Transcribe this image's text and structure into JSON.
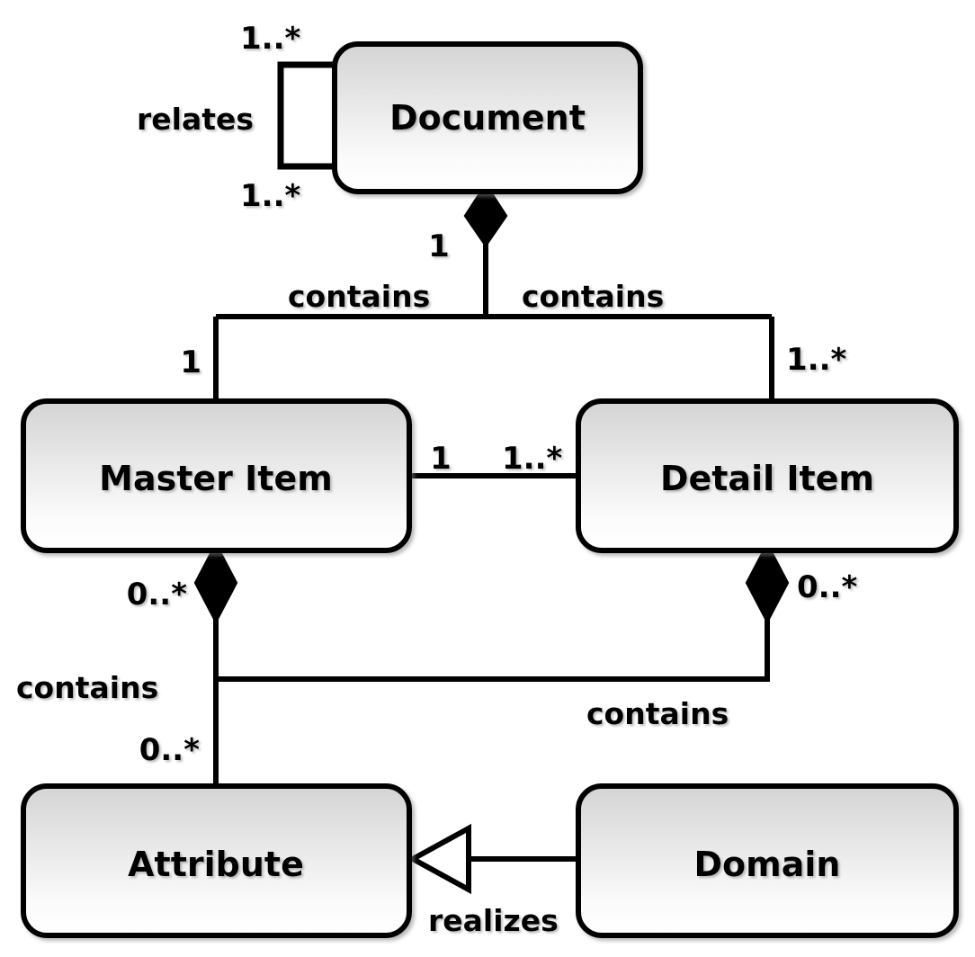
{
  "diagram": {
    "type": "uml-class-diagram",
    "title": "Document master-detail structure",
    "background_color": "#ffffff",
    "line_color": "#000000",
    "box_fill_top": "#d6d6d6",
    "box_fill_bottom": "#fcfcfc",
    "classes": [
      {
        "id": "document",
        "name": "Document"
      },
      {
        "id": "master_item",
        "name": "Master Item"
      },
      {
        "id": "detail_item",
        "name": "Detail Item"
      },
      {
        "id": "attribute",
        "name": "Attribute"
      },
      {
        "id": "domain",
        "name": "Domain"
      }
    ],
    "relationships": [
      {
        "id": "document-self-relates",
        "kind": "association",
        "label": "relates",
        "from": "document",
        "to": "document",
        "from_multiplicity": "1..*",
        "to_multiplicity": "1..*"
      },
      {
        "id": "document-contains-master",
        "kind": "composition",
        "label": "contains",
        "from": "document",
        "to": "master_item",
        "from_multiplicity": "1",
        "to_multiplicity": "1"
      },
      {
        "id": "document-contains-detail",
        "kind": "composition",
        "label": "contains",
        "from": "document",
        "to": "detail_item",
        "from_multiplicity": "1",
        "to_multiplicity": "1..*"
      },
      {
        "id": "master-detail-association",
        "kind": "association",
        "label": "",
        "from": "master_item",
        "to": "detail_item",
        "from_multiplicity": "1",
        "to_multiplicity": "1..*"
      },
      {
        "id": "master-contains-attribute",
        "kind": "composition",
        "label": "contains",
        "from": "master_item",
        "to": "attribute",
        "from_multiplicity": "0..*",
        "to_multiplicity": "0..*"
      },
      {
        "id": "detail-contains-attribute",
        "kind": "composition",
        "label": "contains",
        "from": "detail_item",
        "to": "attribute",
        "from_multiplicity": "0..*",
        "to_multiplicity": ""
      },
      {
        "id": "domain-realizes-attribute",
        "kind": "realization",
        "label": "realizes",
        "from": "domain",
        "to": "attribute",
        "from_multiplicity": "",
        "to_multiplicity": ""
      }
    ],
    "labels": {
      "document": "Document",
      "master_item": "Master Item",
      "detail_item": "Detail Item",
      "attribute": "Attribute",
      "domain": "Domain",
      "relates": "relates",
      "contains_doc_master": "contains",
      "contains_doc_detail": "contains",
      "contains_master_attr": "contains",
      "contains_detail_attr": "contains",
      "realizes": "realizes",
      "mult_selfloop_top": "1..*",
      "mult_selfloop_bottom": "1..*",
      "mult_doc_diamond": "1",
      "mult_master_top": "1",
      "mult_detail_top": "1..*",
      "mult_master_assoc": "1",
      "mult_detail_assoc": "1..*",
      "mult_master_diamond": "0..*",
      "mult_detail_diamond": "0..*",
      "mult_attribute_top": "0..*"
    }
  }
}
